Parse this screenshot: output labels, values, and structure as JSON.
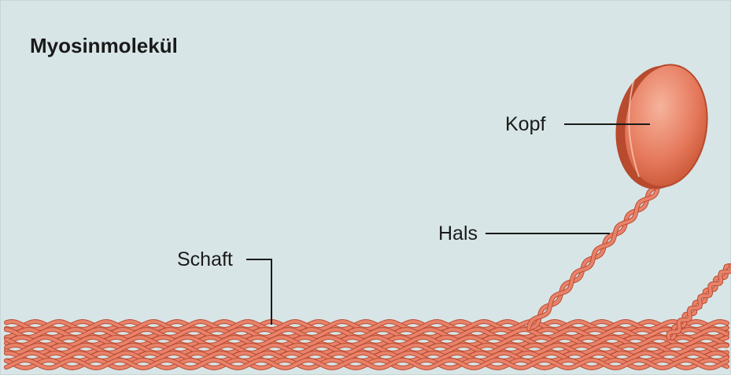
{
  "title": "Myosinmolekül",
  "labels": {
    "head": "Kopf",
    "neck": "Hals",
    "shaft": "Schaft"
  },
  "colors": {
    "background": "#d8e5e6",
    "strand_fill": "#e9826a",
    "strand_edge": "#b94d33",
    "head_light": "#f4a58c",
    "head_dark": "#c9502f"
  }
}
